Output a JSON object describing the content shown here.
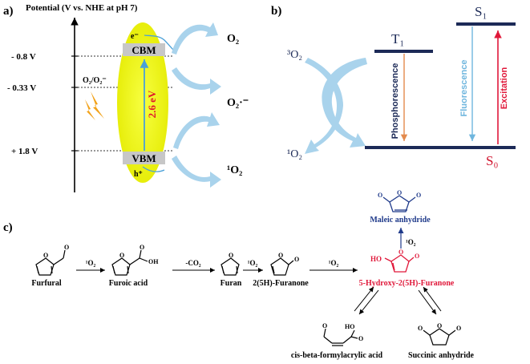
{
  "panel_a": {
    "label": "a)",
    "axis_title": "Potential (V vs. NHE at pH 7)",
    "ticks": [
      "- 0.8 V",
      "- 0.33 V",
      "+ 1.8 V"
    ],
    "cbm": "CBM",
    "vbm": "VBM",
    "electron": "e⁻",
    "hole": "h⁺",
    "bandgap": "2.6 eV",
    "couple": "O₂/O₂⁻",
    "o2": "O₂",
    "superoxide": "O₂·⁻",
    "singlet": "¹O₂",
    "colors": {
      "ellipse": "#eef000",
      "arrow": "#a9d3ec",
      "bandgap": "#e0182b",
      "band_box": "#c7c7c7"
    }
  },
  "panel_b": {
    "label": "b)",
    "triplet_o2": "³O₂",
    "singlet_o2": "¹O₂",
    "t1": "T₁",
    "s1": "S₁",
    "s0": "S₀",
    "phosphorescence": "Phosphorescence",
    "fluorescence": "Fluorescence",
    "excitation": "Excitation",
    "colors": {
      "level": "#1c2a57",
      "phos": "#e38a4d",
      "fluor": "#6fb6de",
      "excit": "#e0183a",
      "s0": "#d0102a"
    }
  },
  "panel_c": {
    "label": "c)",
    "compounds": {
      "furfural": "Furfural",
      "furoic": "Furoic acid",
      "furan": "Furan",
      "furanone": "2(5H)-Furanone",
      "hydroxy": "5-Hydroxy-2(5H)-Furanone",
      "maleic": "Maleic anhydride",
      "cisbeta": "cis-beta-formylacrylic acid",
      "succinic": "Succinic anhydride"
    },
    "reagents": {
      "r1": "¹O₂",
      "r2": "-CO₂",
      "r3": "¹O₂",
      "r4": "¹O₂",
      "r5": "¹O₂"
    },
    "atoms": {
      "o": "O",
      "oh": "OH",
      "ho": "HO"
    },
    "colors": {
      "hydroxy": "#e0183a",
      "maleic": "#1f3a8a"
    }
  }
}
